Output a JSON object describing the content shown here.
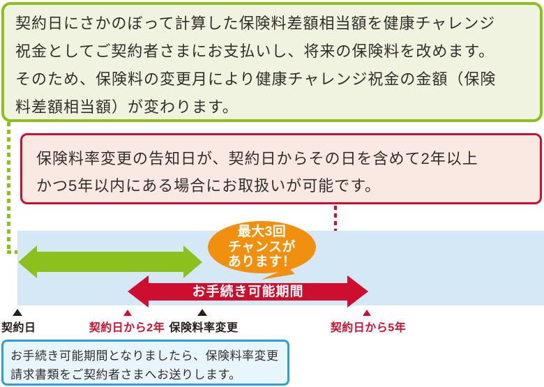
{
  "colors": {
    "green": "#8CC11D",
    "green_box_bg": "#EFF3E0",
    "red": "#CE0E2F",
    "pink_box_bg": "#FAE9E2",
    "orange": "#F0900E",
    "band_blue": "#D4E9F5",
    "blue_border": "#2D9FD8",
    "notice_box_bg": "#E9F5FC",
    "text": "#322E2B"
  },
  "intro_box": {
    "lines": [
      "契約日にさかのぼって計算した保険料差額相当額を健康チャレンジ",
      "祝金としてご契約者さまにお支払いし、将来の保険料を改めます。",
      "そのため、保険料の変更月により健康チャレンジ祝金の金額（保険",
      "料差額相当額）が変わります。"
    ]
  },
  "condition_box": {
    "lines": [
      "保険料率変更の告知日が、契約日からその日を含めて2年以上",
      "かつ5年以内にある場合にお取扱いが可能です。"
    ]
  },
  "chance_bubble": {
    "lines": [
      "最大3回",
      "チャンスが",
      "あります！"
    ]
  },
  "procedure_arrow": {
    "label": "お手続き可能期間"
  },
  "timeline": {
    "markers": [
      {
        "label": "契約日",
        "color": "black"
      },
      {
        "label": "契約日から2年",
        "color": "red"
      },
      {
        "label": "保険料率変更",
        "color": "black"
      },
      {
        "label": "契約日から5年",
        "color": "red"
      }
    ]
  },
  "notice_box": {
    "lines": [
      "お手続き可能期間となりましたら、保険料率変更",
      "請求書類をご契約者さまへお送りします。"
    ]
  }
}
